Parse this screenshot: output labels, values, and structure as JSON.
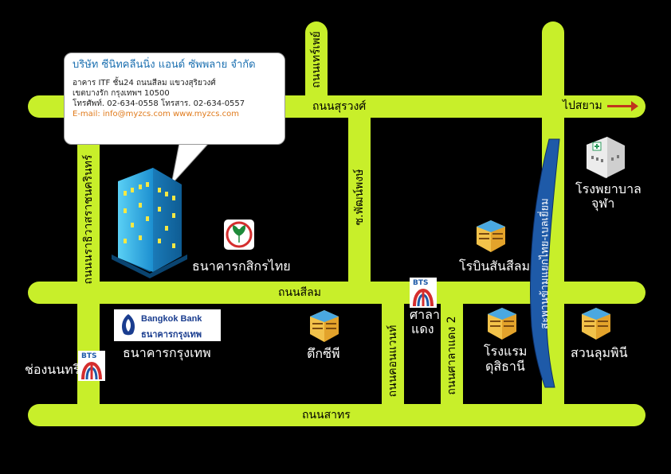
{
  "company": {
    "name": "บริษัท ซีนิทคลีนนิ่ง แอนด์ ซัพพลาย จำกัด",
    "address_1": "อาคาร ITF ชั้น24 ถนนสีลม แขวงสุริยวงศ์",
    "address_2": "เขตบางรัก กรุงเทพฯ 10500",
    "phone": "โทรศัพท์. 02-634-0558   โทรสาร. 02-634-0557",
    "contact": "E-mail: info@myzcs.com  www.myzcs.com"
  },
  "roads": {
    "surawong": "ถนนสุรวงศ์",
    "silom": "ถนนสีลม",
    "sathorn": "ถนนสาทร",
    "narathiwat": "ถนนนราธิวาสราชนครินทร์",
    "mahesak": "ถนนเทร์เพย์",
    "soi_patpong": "ซ.พัฒน์พงษ์",
    "convent": "ถนนคอนแวนท์",
    "saladaeng2": "ถนนศาลาแดง 2",
    "overpass": "สะพานข้ามแยกไทย-เบลเยี่ยม",
    "to_siam": "ไปสยาม"
  },
  "places": {
    "hospital": [
      "โรงพยาบาล",
      "จุฬา"
    ],
    "robinson": "โรบินสันสีลม",
    "kbank": "ธนาคารกสิกรไทย",
    "bbl_name": "ธนาคารกรุงเทพ",
    "bbl_logo_en": "Bangkok Bank",
    "bbl_logo_th": "ธนาคารกรุงเทพ",
    "cp_tower": "ตึกซีพี",
    "dusit": [
      "โรงแรม",
      "ดุสิธานี"
    ],
    "lumpini": "สวนลุมพินี",
    "bts_saladaeng": [
      "ศาลา",
      "แดง"
    ],
    "bts_chongnonsi": "ช่องนนทรี",
    "bts_logo": "BTS"
  },
  "colors": {
    "road": "#c8ef2a",
    "background": "#000000",
    "overpass": "#1e5aa8",
    "arrow": "#c0341d",
    "building": "#3ab0e0",
    "building_window": "#f5e843"
  }
}
